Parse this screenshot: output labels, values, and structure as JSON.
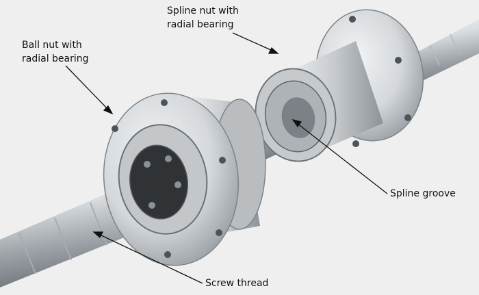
{
  "labels": {
    "ball_nut": {
      "line1": "Ball nut with",
      "line2": "radial bearing"
    },
    "spline_nut": {
      "line1": "Spline nut with",
      "line2": "radial bearing"
    },
    "spline_groove": "Spline groove",
    "screw_thread": "Screw thread"
  },
  "colors": {
    "background": "#efefef",
    "steel_dark": "#7d8389",
    "steel_light": "#e9ecee",
    "leader": "#111111"
  }
}
